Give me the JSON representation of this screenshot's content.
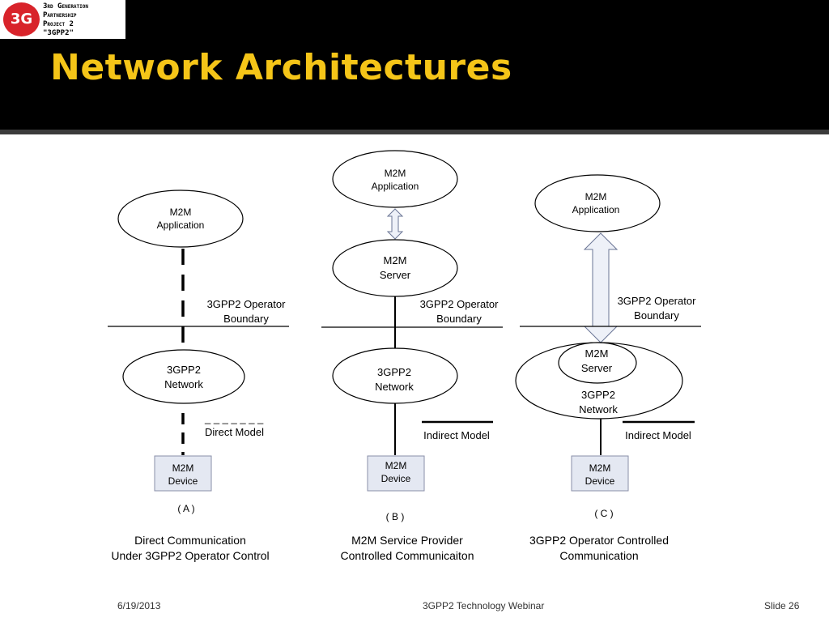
{
  "slide": {
    "title": "Network Architectures",
    "logo": {
      "badge": "3G",
      "line1": "3rd Generation",
      "line2": "Partnership",
      "line3": "Project 2",
      "line4": "\"3GPP2\""
    }
  },
  "diagram": {
    "panel_a": {
      "app_line1": "M2M",
      "app_line2": "Application",
      "boundary_line1": "3GPP2 Operator",
      "boundary_line2": "Boundary",
      "network_line1": "3GPP2",
      "network_line2": "Network",
      "model_dashes": "_ _ _ _ _ _ _",
      "model": "Direct Model",
      "device_line1": "M2M",
      "device_line2": "Device",
      "label": "( A )",
      "caption_line1": "Direct Communication",
      "caption_line2": "Under 3GPP2 Operator Control"
    },
    "panel_b": {
      "app_line1": "M2M",
      "app_line2": "Application",
      "server_line1": "M2M",
      "server_line2": "Server",
      "boundary_line1": "3GPP2 Operator",
      "boundary_line2": "Boundary",
      "network_line1": "3GPP2",
      "network_line2": "Network",
      "model": "Indirect Model",
      "device_line1": "M2M",
      "device_line2": "Device",
      "label": "( B )",
      "caption_line1": "M2M Service Provider",
      "caption_line2": "Controlled Communicaiton"
    },
    "panel_c": {
      "app_line1": "M2M",
      "app_line2": "Application",
      "boundary_line1": "3GPP2 Operator",
      "boundary_line2": "Boundary",
      "server_line1": "M2M",
      "server_line2": "Server",
      "network_line1": "3GPP2",
      "network_line2": "Network",
      "model": "Indirect Model",
      "device_line1": "M2M",
      "device_line2": "Device",
      "label": "( C )",
      "caption_line1": "3GPP2 Operator Controlled",
      "caption_line2": "Communication"
    }
  },
  "footer": {
    "date": "6/19/2013",
    "event": "3GPP2 Technology Webinar",
    "slide_number": "Slide 26"
  },
  "colors": {
    "header_bg": "#000000",
    "title": "#f5c518",
    "logo_red": "#d8232a",
    "device_fill": "#e4e8f2",
    "arrow_fill": "#eef1f8"
  }
}
